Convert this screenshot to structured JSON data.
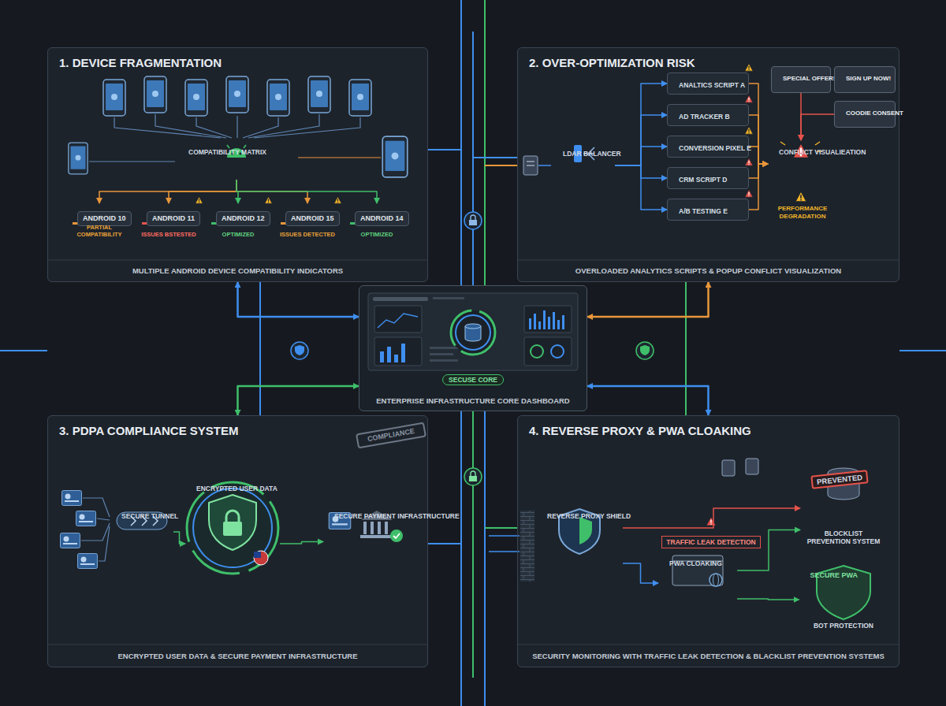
{
  "diagram": {
    "nodes": [
      {
        "text": [
          "1. DEVICE FRAGMENTATION",
          "MULTIPLE ANDROID DEVICE COMPATIBILITY INDICATORS"
        ]
      },
      {
        "text": [
          "2. OVER-OPTIMIZATION RISK",
          "OVERLOADED ANALYTICS SCRIPTS & POPUP CONFLICT VISUALIZATION"
        ]
      },
      {
        "text": [
          "SECUSE CORE",
          "ENTERPRISE INFRASTRUCTURE CORE DASHBOARD"
        ]
      },
      {
        "text": [
          "3. PDPA COMPLIANCE SYSTEM",
          "ENCRYPTED USER DATA & SECURE PAYMENT INFRASTRUCTURE"
        ]
      },
      {
        "text": [
          "4. REVERSE PROXY & PWA CLOAKING",
          "SECURITY MONITORING WITH TRAFFIC LEAK DETECTION & BLACKLIST PREVENTION SYSTEMS"
        ]
      },
      {
        "text": [
          "COMPATIBILITY MATRIX"
        ],
        "in": 0
      },
      {
        "text": [
          "ANDROID 10",
          "PARTIAL COMPATIBILITY"
        ],
        "in": 0
      },
      {
        "text": [
          "ANDROID 11",
          "ISSUES BSTESTED"
        ],
        "in": 0
      },
      {
        "text": [
          "ANDROID 12",
          "OPTIMIZED"
        ],
        "in": 0
      },
      {
        "text": [
          "ANDROID 15",
          "ISSUES DETECTED"
        ],
        "in": 0
      },
      {
        "text": [
          "ANDROID 14",
          "OPTIMIZED"
        ],
        "in": 0
      },
      {
        "text": [
          "LDAR BALANCER"
        ],
        "in": 1
      },
      {
        "text": [
          "ANALTICS SCRIPT A"
        ],
        "in": 1
      },
      {
        "text": [
          "AD TRACKER B"
        ],
        "in": 1
      },
      {
        "text": [
          "CONVERSION PIXEL E"
        ],
        "in": 1
      },
      {
        "text": [
          "CRM SCRIPT D"
        ],
        "in": 1
      },
      {
        "text": [
          "A/B TESTING E"
        ],
        "in": 1
      },
      {
        "text": [
          "SPECIAL OFFER!"
        ],
        "in": 1
      },
      {
        "text": [
          "SIGN UP NOW!"
        ],
        "in": 1
      },
      {
        "text": [
          "COODIE CONSENT"
        ],
        "in": 1
      },
      {
        "text": [
          "CONFLICT VISUALIEATION"
        ],
        "in": 1
      },
      {
        "text": [
          "SECURE TUNNEL"
        ],
        "in": 3
      },
      {
        "text": [
          "ENCRYPTED USER DATA"
        ],
        "in": 3
      },
      {
        "text": [
          "SECURE PAYMENT INFRASTRUCTURE"
        ],
        "in": 3
      },
      {
        "text": [
          "REVERSE PROXY SHIELD"
        ],
        "in": 4
      },
      {
        "text": [
          "PWA CLOAKING"
        ],
        "in": 4
      },
      {
        "text": [
          "PREVENTED",
          "BLOCKLIST PREVENTION SYSTEM"
        ],
        "in": 4
      },
      {
        "text": [
          "SECURE PWA",
          "BOT PROTECTION"
        ],
        "in": 4
      }
    ],
    "edges": [
      {
        "from": 2,
        "to": 0,
        "arrow": "both"
      },
      {
        "from": 2,
        "to": 1,
        "arrow": "both"
      },
      {
        "from": 2,
        "to": 3,
        "arrow": "both"
      },
      {
        "from": 2,
        "to": 4,
        "arrow": "both"
      },
      {
        "from": 5,
        "to": 6,
        "arrow": "to"
      },
      {
        "from": 5,
        "to": 7,
        "arrow": "to"
      },
      {
        "from": 5,
        "to": 8,
        "arrow": "to"
      },
      {
        "from": 5,
        "to": 9,
        "arrow": "to"
      },
      {
        "from": 5,
        "to": 10,
        "arrow": "to"
      },
      {
        "from": 11,
        "to": 12,
        "arrow": "to"
      },
      {
        "from": 11,
        "to": 13,
        "arrow": "to"
      },
      {
        "from": 11,
        "to": 14,
        "arrow": "to"
      },
      {
        "from": 11,
        "to": 15,
        "arrow": "to"
      },
      {
        "from": 11,
        "to": 16,
        "arrow": "to"
      },
      {
        "from": 12,
        "to": 20,
        "arrow": "to"
      },
      {
        "from": 13,
        "to": 20,
        "arrow": "to"
      },
      {
        "from": 14,
        "to": 20,
        "arrow": "to"
      },
      {
        "from": 15,
        "to": 20,
        "arrow": "to"
      },
      {
        "from": 16,
        "to": 20,
        "arrow": "to"
      },
      {
        "from": 17,
        "to": 20,
        "arrow": "to"
      },
      {
        "from": 19,
        "to": 20,
        "arrow": "to"
      },
      {
        "from": 21,
        "to": 22,
        "arrow": "to"
      },
      {
        "from": 22,
        "to": 23,
        "arrow": "to"
      },
      {
        "from": 24,
        "to": 26,
        "label": "TRAFFIC LEAK DETECTION",
        "arrow": "to"
      },
      {
        "from": 24,
        "to": 25,
        "arrow": "to"
      },
      {
        "from": 25,
        "to": 26,
        "arrow": "to"
      },
      {
        "from": 25,
        "to": 27,
        "arrow": "to"
      }
    ],
    "labels": [
      "PERFORMANCE DEGRADATION",
      "COMPLIANCE"
    ]
  }
}
